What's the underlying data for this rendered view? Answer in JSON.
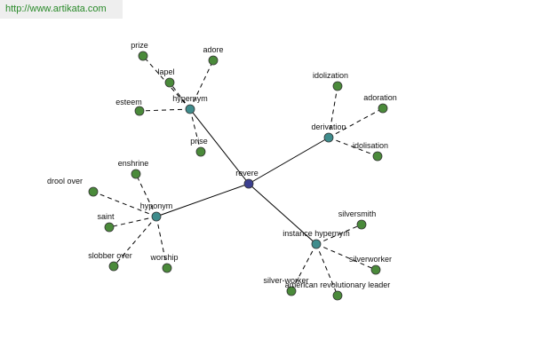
{
  "watermark": "http://www.artikata.com",
  "colors": {
    "root": "#3b3f8f",
    "group": "#3f8c8c",
    "leaf": "#4a8a3a"
  },
  "diagram": {
    "root": "revere",
    "groups": [
      {
        "label": "hypernym",
        "leaves": [
          "prize",
          "adore",
          "lapel",
          "esteem",
          "prise"
        ]
      },
      {
        "label": "derivation",
        "leaves": [
          "idolization",
          "adoration",
          "idolisation"
        ]
      },
      {
        "label": "hyponym",
        "leaves": [
          "enshrine",
          "drool over",
          "saint",
          "slobber over",
          "worship"
        ]
      },
      {
        "label": "instance hypernym",
        "leaves": [
          "silversmith",
          "silverworker",
          "silver-worker",
          "american revolutionary leader"
        ]
      }
    ]
  }
}
